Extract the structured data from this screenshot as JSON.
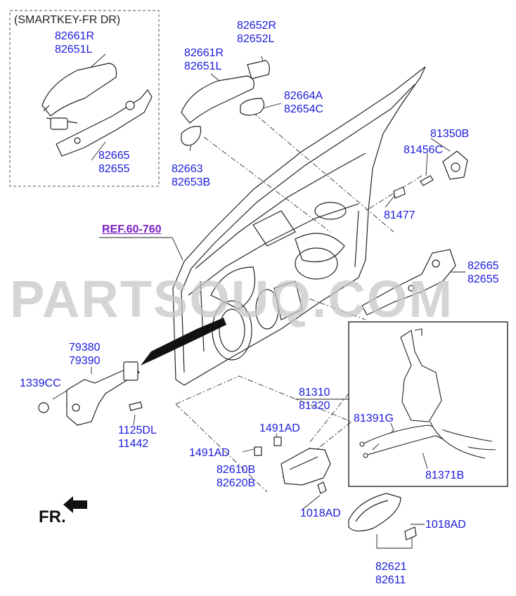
{
  "smartkey_box": {
    "title": "(SMARTKEY-FR DR)"
  },
  "ref_link": "REF.60-760",
  "watermark": "PARTSOUQ.COM",
  "fr_label": "FR.",
  "callouts": {
    "sk_handle": [
      "82661R",
      "82651L"
    ],
    "sk_bracket": [
      "82665",
      "82655"
    ],
    "cover_cap": [
      "82652R",
      "82652L"
    ],
    "outer_handle": [
      "82661R",
      "82651L"
    ],
    "gasket_rear": [
      "82664A",
      "82654C"
    ],
    "gasket_front": [
      "82663",
      "82653B"
    ],
    "striker": [
      "81350B"
    ],
    "striker_screw": [
      "81456C"
    ],
    "bolt_81477": [
      "81477"
    ],
    "handle_bracket": [
      "82665",
      "82655"
    ],
    "checker": [
      "79380",
      "79390"
    ],
    "nut_1339": [
      "1339CC"
    ],
    "checker_bolt": [
      "1125DL",
      "11442"
    ],
    "latch_assy": [
      "81310",
      "81320"
    ],
    "rod_81391": [
      "81391G"
    ],
    "cable_81371": [
      "81371B"
    ],
    "clip_top": [
      "1491AD"
    ],
    "clip_left": [
      "1491AD"
    ],
    "inside_handle": [
      "82610B",
      "82620B"
    ],
    "screw_1018_a": [
      "1018AD"
    ],
    "screw_1018_b": [
      "1018AD"
    ],
    "trim_cover": [
      "82621",
      "82611"
    ]
  }
}
